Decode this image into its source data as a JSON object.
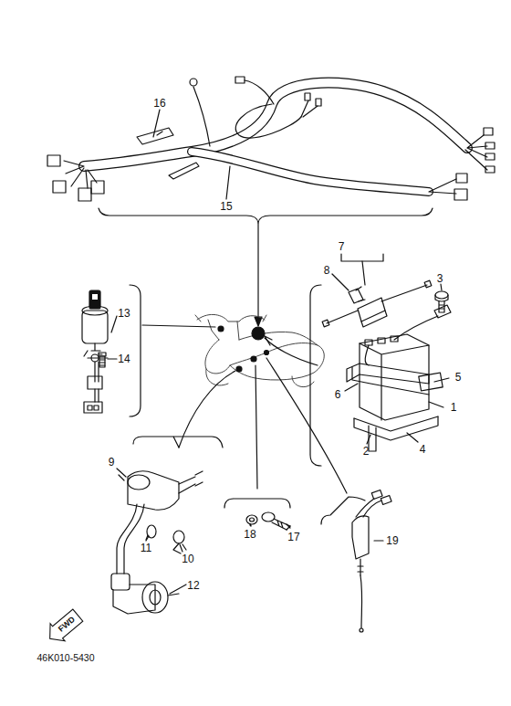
{
  "diagram": {
    "nodes": [
      {
        "text": [
          "FWD"
        ]
      }
    ],
    "labels": [
      "16",
      "15",
      "7",
      "8",
      "3",
      "13",
      "14",
      "6",
      "5",
      "1",
      "2",
      "4",
      "9",
      "11",
      "10",
      "12",
      "18",
      "17",
      "19",
      "46K010-5430"
    ]
  }
}
